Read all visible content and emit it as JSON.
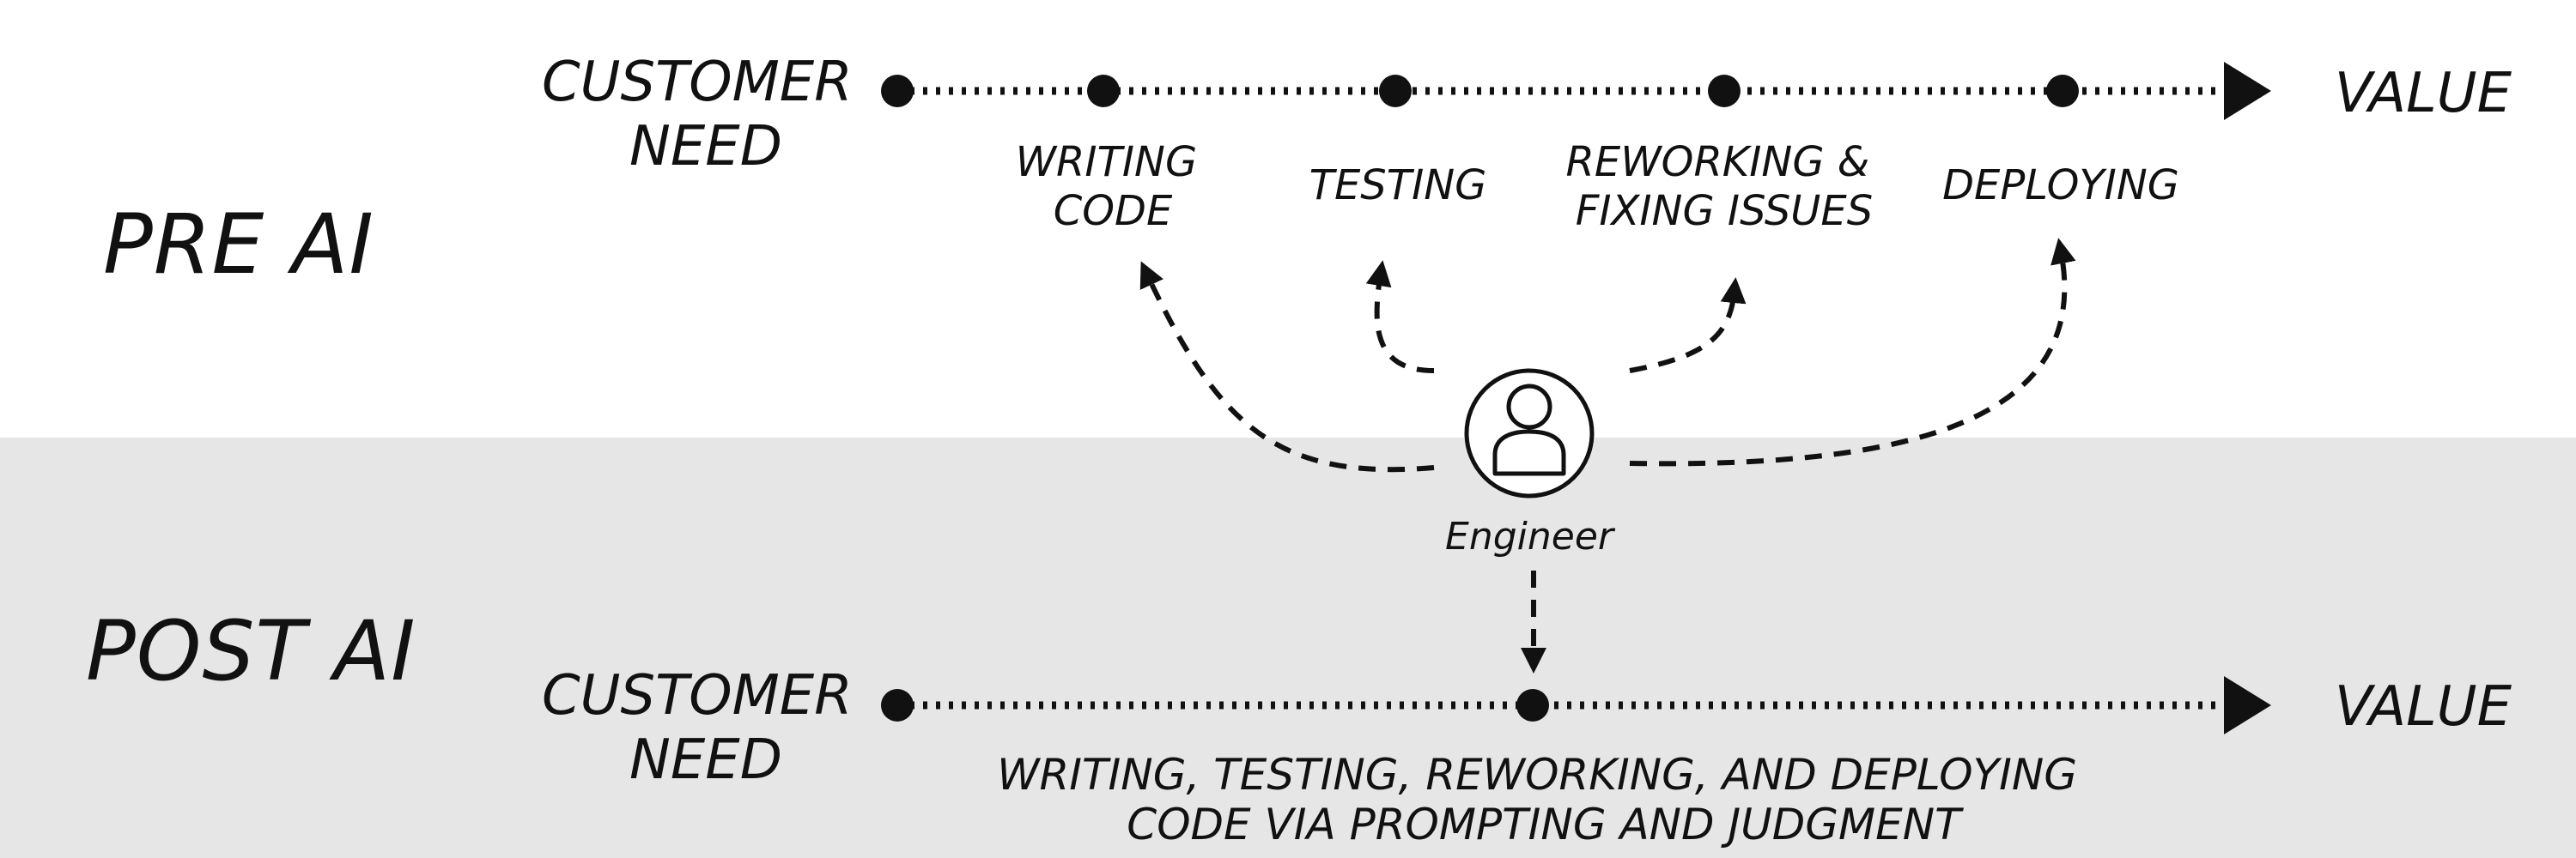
{
  "colors": {
    "background_top": "#ffffff",
    "background_bottom": "#e6e6e6",
    "ink": "#111111"
  },
  "pre_ai": {
    "section_label": "PRE AI",
    "start": [
      "CUSTOMER",
      "NEED"
    ],
    "end": "VALUE",
    "stages": [
      {
        "lines": [
          "WRITING",
          "CODE"
        ]
      },
      {
        "lines": [
          "TESTING"
        ]
      },
      {
        "lines": [
          "REWORKING &",
          "FIXING ISSUES"
        ]
      },
      {
        "lines": [
          "DEPLOYING"
        ]
      }
    ]
  },
  "engineer": {
    "label": "Engineer",
    "icon": "person-icon"
  },
  "post_ai": {
    "section_label": "POST AI",
    "start": [
      "CUSTOMER",
      "NEED"
    ],
    "end": "VALUE",
    "caption": [
      "WRITING, TESTING, REWORKING, AND DEPLOYING",
      "CODE VIA PROMPTING AND JUDGMENT"
    ]
  }
}
